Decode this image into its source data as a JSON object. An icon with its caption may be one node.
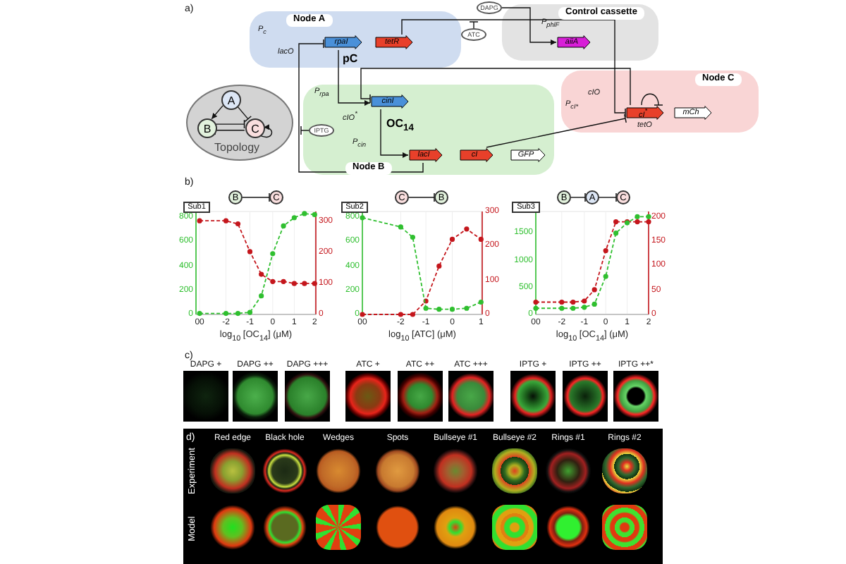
{
  "diagram": {
    "nodes": [
      {
        "text": [
          "Node A"
        ]
      },
      {
        "text": [
          "rpaI"
        ],
        "in": 0
      },
      {
        "text": [
          "tetR"
        ],
        "in": 0
      },
      {
        "text": [
          "Control cassette"
        ]
      },
      {
        "text": [
          "aiiA"
        ],
        "in": 3
      },
      {
        "text": [
          "DAPG"
        ]
      },
      {
        "text": [
          "ATC"
        ]
      },
      {
        "text": [
          "Node C"
        ]
      },
      {
        "text": [
          "cI$^{*}$"
        ],
        "in": 7
      },
      {
        "text": [
          "mCh"
        ],
        "in": 7
      },
      {
        "text": [
          "Node B"
        ]
      },
      {
        "text": [
          "cinI"
        ],
        "in": 10
      },
      {
        "text": [
          "lacI"
        ],
        "in": 10
      },
      {
        "text": [
          "cI"
        ],
        "in": 10
      },
      {
        "text": [
          "GFP"
        ],
        "in": 10
      },
      {
        "text": [
          "IPTG"
        ],
        "in": 10
      },
      {
        "text": [
          "Topology"
        ]
      },
      {
        "text": [
          "A"
        ],
        "in": 16
      },
      {
        "text": [
          "B"
        ],
        "in": 16
      },
      {
        "text": [
          "C"
        ],
        "in": 16
      },
      {
        "text": [
          "Sub1"
        ]
      },
      {
        "text": [
          "B"
        ]
      },
      {
        "text": [
          "C"
        ]
      },
      {
        "text": [
          "Sub2"
        ]
      },
      {
        "text": [
          "C"
        ]
      },
      {
        "text": [
          "B"
        ]
      },
      {
        "text": [
          "Sub3"
        ]
      },
      {
        "text": [
          "B"
        ]
      },
      {
        "text": [
          "A"
        ]
      },
      {
        "text": [
          "C"
        ]
      }
    ],
    "edges": [
      {
        "from": 1,
        "to": 11,
        "arrow": "to",
        "label": "pC"
      },
      {
        "from": 11,
        "to": 12,
        "arrow": "to",
        "label": "OC$_{14}$"
      },
      {
        "from": 12,
        "to": 1,
        "arrow": "other"
      },
      {
        "from": 2,
        "to": 8,
        "arrow": "other"
      },
      {
        "from": 6,
        "to": null,
        "arrow": "other"
      },
      {
        "from": 5,
        "to": 4,
        "arrow": "to"
      },
      {
        "from": 8,
        "to": 11,
        "arrow": "other"
      },
      {
        "from": 8,
        "to": 8,
        "arrow": "other"
      },
      {
        "from": 13,
        "to": 8,
        "arrow": "other"
      },
      {
        "from": 15,
        "to": null,
        "arrow": "other"
      },
      {
        "from": 17,
        "to": 18,
        "arrow": "to"
      },
      {
        "from": 17,
        "to": 19,
        "arrow": "other"
      },
      {
        "from": 18,
        "to": 19,
        "arrow": "other"
      },
      {
        "from": 19,
        "to": 18,
        "arrow": "other"
      },
      {
        "from": 19,
        "to": 19,
        "arrow": "to"
      },
      {
        "from": 21,
        "to": 22,
        "arrow": "other"
      },
      {
        "from": 24,
        "to": 25,
        "arrow": "other"
      },
      {
        "from": 27,
        "to": 28,
        "arrow": "other"
      },
      {
        "from": 28,
        "to": 29,
        "arrow": "other"
      }
    ],
    "labels": [
      "a)",
      "P$_{c}$",
      "lacO",
      "P$_{phlF}$",
      "P$_{rpa}$",
      "cIO$^{*}$",
      "P$_{cI*}$",
      "cIO",
      "tetO",
      "P$_{cin}$",
      "b)",
      "0",
      "200",
      "400",
      "600",
      "800",
      "0",
      "100",
      "200",
      "300",
      "00",
      "-2",
      "-1",
      "0",
      "1",
      "2",
      "log$_{10}$ [OC$_{14}$] (μM)",
      "0",
      "200",
      "400",
      "600",
      "800",
      "0",
      "100",
      "200",
      "300",
      "00",
      "-2",
      "-1",
      "0",
      "1",
      "log$_{10}$ [ATC] (μM)",
      "0",
      "500",
      "1000",
      "1500",
      "0",
      "50",
      "100",
      "150",
      "200",
      "00",
      "-2",
      "-1",
      "0",
      "1",
      "2",
      "log$_{10}$ [OC$_{14}$] (μM)",
      "c)",
      "DAPG +",
      "DAPG ++",
      "DAPG +++",
      "ATC +",
      "ATC ++",
      "ATC +++",
      "IPTG +",
      "IPTG ++",
      "IPTG ++*",
      "d)",
      "Red edge",
      "Black hole",
      "Wedges",
      "Spots",
      "Bullseye #1",
      "Bullseye #2",
      "Rings #1",
      "Rings #2",
      "Experiment",
      "Model"
    ]
  }
}
